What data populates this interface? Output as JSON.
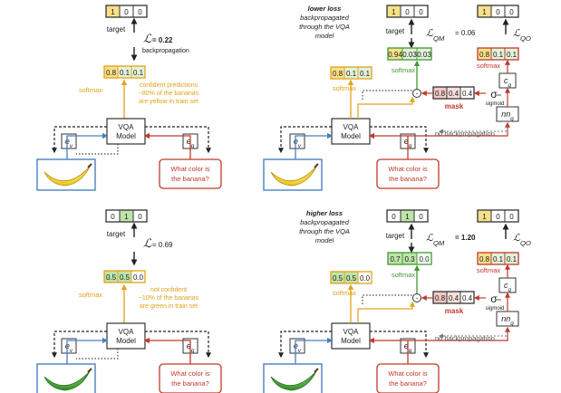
{
  "colors": {
    "yellow": "#f7e08a",
    "green": "#bfe3a8",
    "green_dark": "#3f9a2f",
    "orange": "#e3a21a",
    "red": "#c0392b",
    "blue": "#4a7fc1",
    "gray": "#555555",
    "text": "#1b1b1b"
  },
  "labels": {
    "target": "target",
    "softmax": "softmax",
    "model_line1": "VQA",
    "model_line2": "Model",
    "ev": "e",
    "ev_sub": "v",
    "eq": "e",
    "eq_sub": "q",
    "question_line1": "What color is",
    "question_line2": "the banana?",
    "loss_symbol": "ℒ",
    "backprop": "backpropagation",
    "no_backprop": "no backpropagation",
    "mask": "mask",
    "sigmoid": "sigmoid",
    "sigma": "σ",
    "cq": "c",
    "cq_sub": "q",
    "nnq": "nn",
    "nnq_sub": "q",
    "qm_sub": "QM",
    "qo_sub": "QO",
    "odot": "⊙"
  },
  "panels": {
    "tl": {
      "target": [
        "1",
        "0",
        "0"
      ],
      "loss": "= 0.22",
      "softmax": [
        "0.8",
        "0.1",
        "0.1"
      ],
      "note": [
        "confident predictions",
        "~80% of the bananas",
        "are yellow in train set"
      ]
    },
    "bl": {
      "target": [
        "0",
        "1",
        "0"
      ],
      "loss": "= 0.69",
      "softmax": [
        "0.5",
        "0.5",
        "0.0"
      ],
      "note": [
        "not confident",
        "~10% of the bananas",
        "are green in train set"
      ]
    },
    "tr": {
      "heading": [
        "lower loss",
        "backpropagated",
        "through the VQA",
        "model"
      ],
      "target_qm": [
        "1",
        "0",
        "0"
      ],
      "target_qo": [
        "1",
        "0",
        "0"
      ],
      "loss_qm": "= 0.06",
      "softmax_qm": [
        "0.94",
        "0.03",
        "0.03"
      ],
      "softmax_qo": [
        "0.8",
        "0.1",
        "0.1"
      ],
      "softmax_model": [
        "0.8",
        "0.1",
        "0.1"
      ],
      "mask": [
        "0.8",
        "0.4",
        "0.4"
      ]
    },
    "br": {
      "heading": [
        "higher loss",
        "backpropagated",
        "through the VQA",
        "model"
      ],
      "target_qm": [
        "0",
        "1",
        "0"
      ],
      "target_qo": [
        "1",
        "0",
        "0"
      ],
      "loss_qm": "= 1.20",
      "softmax_qm": [
        "0.7",
        "0.3",
        "0.0"
      ],
      "softmax_qo": [
        "0.8",
        "0.1",
        "0.1"
      ],
      "softmax_model": [
        "0.5",
        "0.5",
        "0.0"
      ],
      "mask": [
        "0.8",
        "0.4",
        "0.4"
      ]
    }
  }
}
